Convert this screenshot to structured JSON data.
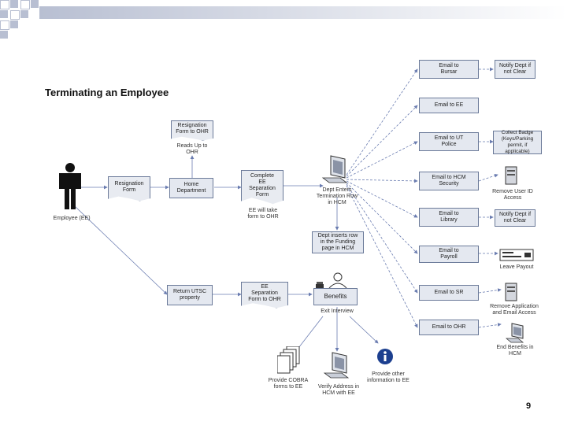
{
  "title": "Terminating an Employee",
  "page_number": "9",
  "colors": {
    "accent": "#b8bfd2",
    "box_fill": "#e4e8f0",
    "box_border": "#6b7a99",
    "connector": "#6a7cb0"
  },
  "employee": {
    "label": "Employee (EE)"
  },
  "boxes": {
    "resignation_ohr": "Resignation\nForm to OHR",
    "resignation_form": "Resignation\nForm",
    "home_department": "Home\nDepartment",
    "complete_separation": "Complete\nEE\nSeparation\nForm",
    "dept_funding": "Dept inserts row\nin the Funding\npage in HCM",
    "return_utsc": "Return UTSC\nproperty",
    "separation_to_ohr": "EE\nSeparation\nForm to OHR",
    "benefits": "Benefits",
    "email_bursar": "Email to\nBursar",
    "email_ee": "Email to EE",
    "email_ut_police": "Email to UT\nPolice",
    "email_hcm_security": "Email to HCM\nSecurity",
    "email_library": "Email to\nLibrary",
    "email_payroll": "Email to\nPayroll",
    "email_sr": "Email to SR",
    "email_ohr": "Email to OHR",
    "notify_dept_clear_1": "Notify Dept if\nnot Clear",
    "collect_badge": "Collect Badge\n(Keys/Parking\npermit, if applicable)",
    "notify_dept_clear_2": "Notify Dept if\nnot Clear"
  },
  "labels": {
    "reads_up": "Reads Up to\nOHR",
    "ee_will_take": "EE will take\nform to OHR",
    "dept_enters": "Dept Enters\nTermination Row\nin HCM",
    "exit_interview": "Exit Interview",
    "remove_user_id": "Remove User ID\nAccess",
    "leave_payout": "Leave Payout",
    "remove_application": "Remove Application\nand Email Access",
    "end_benefits": "End Benefits in\nHCM",
    "provide_cobra": "Provide COBRA\nforms to EE",
    "verify_address": "Verify Address in\nHCM with EE",
    "provide_info": "Provide other\ninformation to EE"
  }
}
